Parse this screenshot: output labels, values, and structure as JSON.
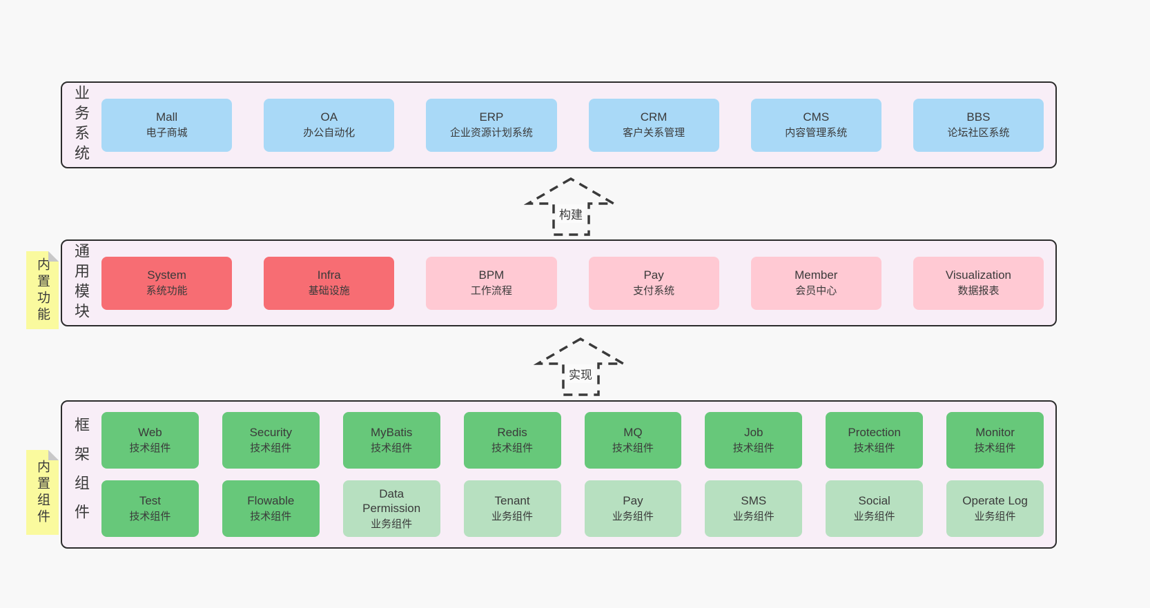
{
  "colors": {
    "page_bg": "#f8f8f8",
    "band_bg": "#f8eef7",
    "band_border": "#2b2b2b",
    "business_box": "#a9d9f7",
    "core_box": "#f76d73",
    "optional_box": "#ffc9d3",
    "tech_box": "#67c87a",
    "biz_component_box": "#b7e0c0",
    "sticky_bg": "#fafa9e",
    "fold_gray": "#c8c8c8",
    "arrow_stroke": "#3a3a3a",
    "arrow_label_bg": "#fbfbfb",
    "text": "#3a3a3a"
  },
  "arrows": [
    {
      "label": "构建"
    },
    {
      "label": "实现"
    }
  ],
  "bands": [
    {
      "label": "业务系统",
      "sticky": null,
      "rows": [
        [
          {
            "title": "Mall",
            "subtitle": "电子商城",
            "variant": "blue"
          },
          {
            "title": "OA",
            "subtitle": "办公自动化",
            "variant": "blue"
          },
          {
            "title": "ERP",
            "subtitle": "企业资源计划系统",
            "variant": "blue"
          },
          {
            "title": "CRM",
            "subtitle": "客户关系管理",
            "variant": "blue"
          },
          {
            "title": "CMS",
            "subtitle": "内容管理系统",
            "variant": "blue"
          },
          {
            "title": "BBS",
            "subtitle": "论坛社区系统",
            "variant": "blue"
          }
        ]
      ]
    },
    {
      "label": "通用模块",
      "sticky": "内置功能",
      "rows": [
        [
          {
            "title": "System",
            "subtitle": "系统功能",
            "variant": "red"
          },
          {
            "title": "Infra",
            "subtitle": "基础设施",
            "variant": "red"
          },
          {
            "title": "BPM",
            "subtitle": "工作流程",
            "variant": "pink"
          },
          {
            "title": "Pay",
            "subtitle": "支付系统",
            "variant": "pink"
          },
          {
            "title": "Member",
            "subtitle": "会员中心",
            "variant": "pink"
          },
          {
            "title": "Visualization",
            "subtitle": "数据报表",
            "variant": "pink"
          }
        ]
      ]
    },
    {
      "label": "框架组件",
      "sticky": "内置组件",
      "rows": [
        [
          {
            "title": "Web",
            "subtitle": "技术组件",
            "variant": "green"
          },
          {
            "title": "Security",
            "subtitle": "技术组件",
            "variant": "green"
          },
          {
            "title": "MyBatis",
            "subtitle": "技术组件",
            "variant": "green"
          },
          {
            "title": "Redis",
            "subtitle": "技术组件",
            "variant": "green"
          },
          {
            "title": "MQ",
            "subtitle": "技术组件",
            "variant": "green"
          },
          {
            "title": "Job",
            "subtitle": "技术组件",
            "variant": "green"
          },
          {
            "title": "Protection",
            "subtitle": "技术组件",
            "variant": "green"
          },
          {
            "title": "Monitor",
            "subtitle": "技术组件",
            "variant": "green"
          }
        ],
        [
          {
            "title": "Test",
            "subtitle": "技术组件",
            "variant": "green"
          },
          {
            "title": "Flowable",
            "subtitle": "技术组件",
            "variant": "green"
          },
          {
            "title": "Data Permission",
            "subtitle": "业务组件",
            "variant": "lightgreen"
          },
          {
            "title": "Tenant",
            "subtitle": "业务组件",
            "variant": "lightgreen"
          },
          {
            "title": "Pay",
            "subtitle": "业务组件",
            "variant": "lightgreen"
          },
          {
            "title": "SMS",
            "subtitle": "业务组件",
            "variant": "lightgreen"
          },
          {
            "title": "Social",
            "subtitle": "业务组件",
            "variant": "lightgreen"
          },
          {
            "title": "Operate Log",
            "subtitle": "业务组件",
            "variant": "lightgreen"
          }
        ]
      ]
    }
  ]
}
